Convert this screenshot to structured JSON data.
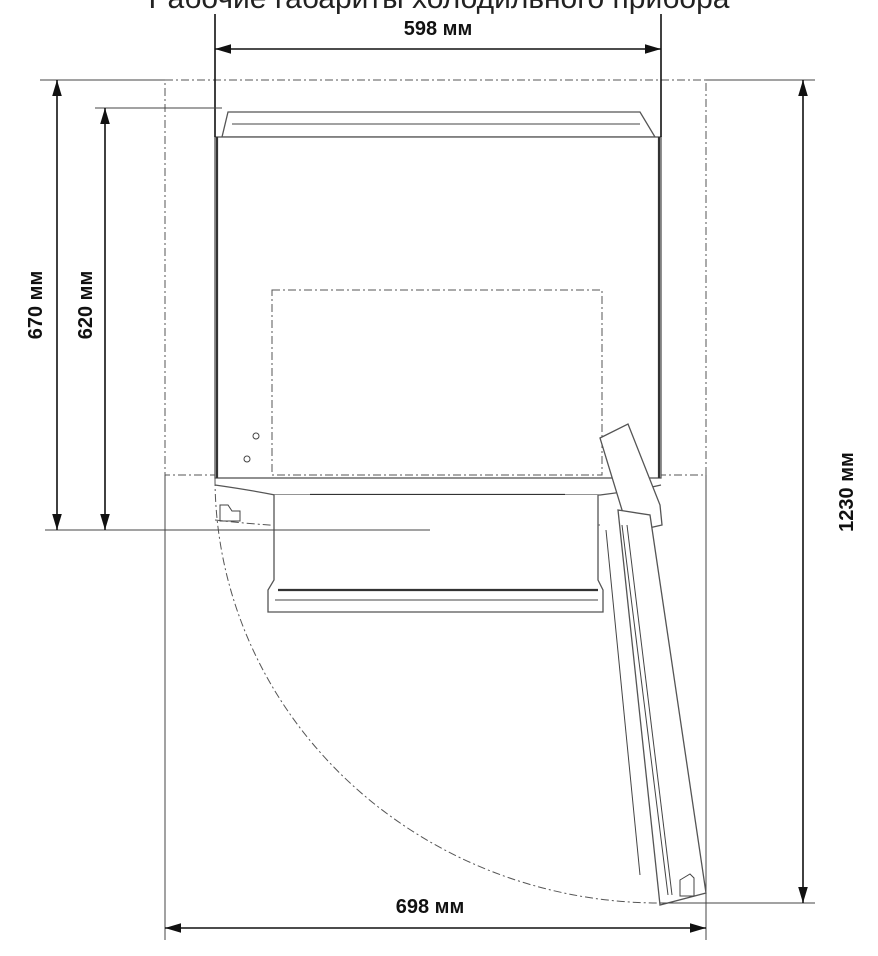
{
  "title": "Рабочие габариты холодильного прибора",
  "dimensions": {
    "top_width": "598 мм",
    "depth_total": "670 мм",
    "depth_body": "620 мм",
    "depth_door_open": "1230 мм",
    "width_door_open": "698 мм"
  }
}
